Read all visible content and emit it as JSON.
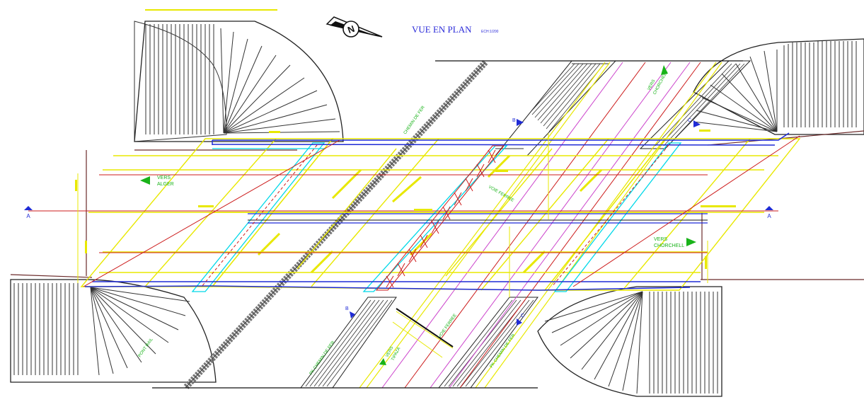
{
  "view": {
    "title": "VUE EN PLAN",
    "scale": "ECH:1/200"
  },
  "north_arrow": {
    "letter": "N",
    "icon": "north-arrow-icon"
  },
  "directions": {
    "left": [
      "VERS",
      "ALGER"
    ],
    "right": [
      "VERS",
      "CHORCHELL"
    ],
    "top_right": [
      "VERS",
      "CHORCHELL"
    ],
    "bottom_left": [
      "VERS",
      "TIPAZA"
    ]
  },
  "section_markers": {
    "a_left": "A",
    "a_right": "A",
    "b_top": "B",
    "b_bottom": "B",
    "c_top": "C",
    "c_bottom": "C"
  },
  "roads": {
    "rail_label": "CHEMIN DE FER",
    "track_label_upper": "VOIE FERREE",
    "track_label_lower": "VOIE FERREE",
    "pk_left": "PK CHEMIN DE FER",
    "pk_right": "PK CHEMIN DE FER",
    "center_label": "PONT RAIL"
  },
  "colors": {
    "deck_outline": "#1f2bd6",
    "centerline": "#cc1c1c",
    "dimension": "#f2f200",
    "cyan": "#00d8e8",
    "green_text": "#19b319",
    "blue_text": "#2b2bd9",
    "magenta": "#cc44cc",
    "hatch": "#333333"
  }
}
